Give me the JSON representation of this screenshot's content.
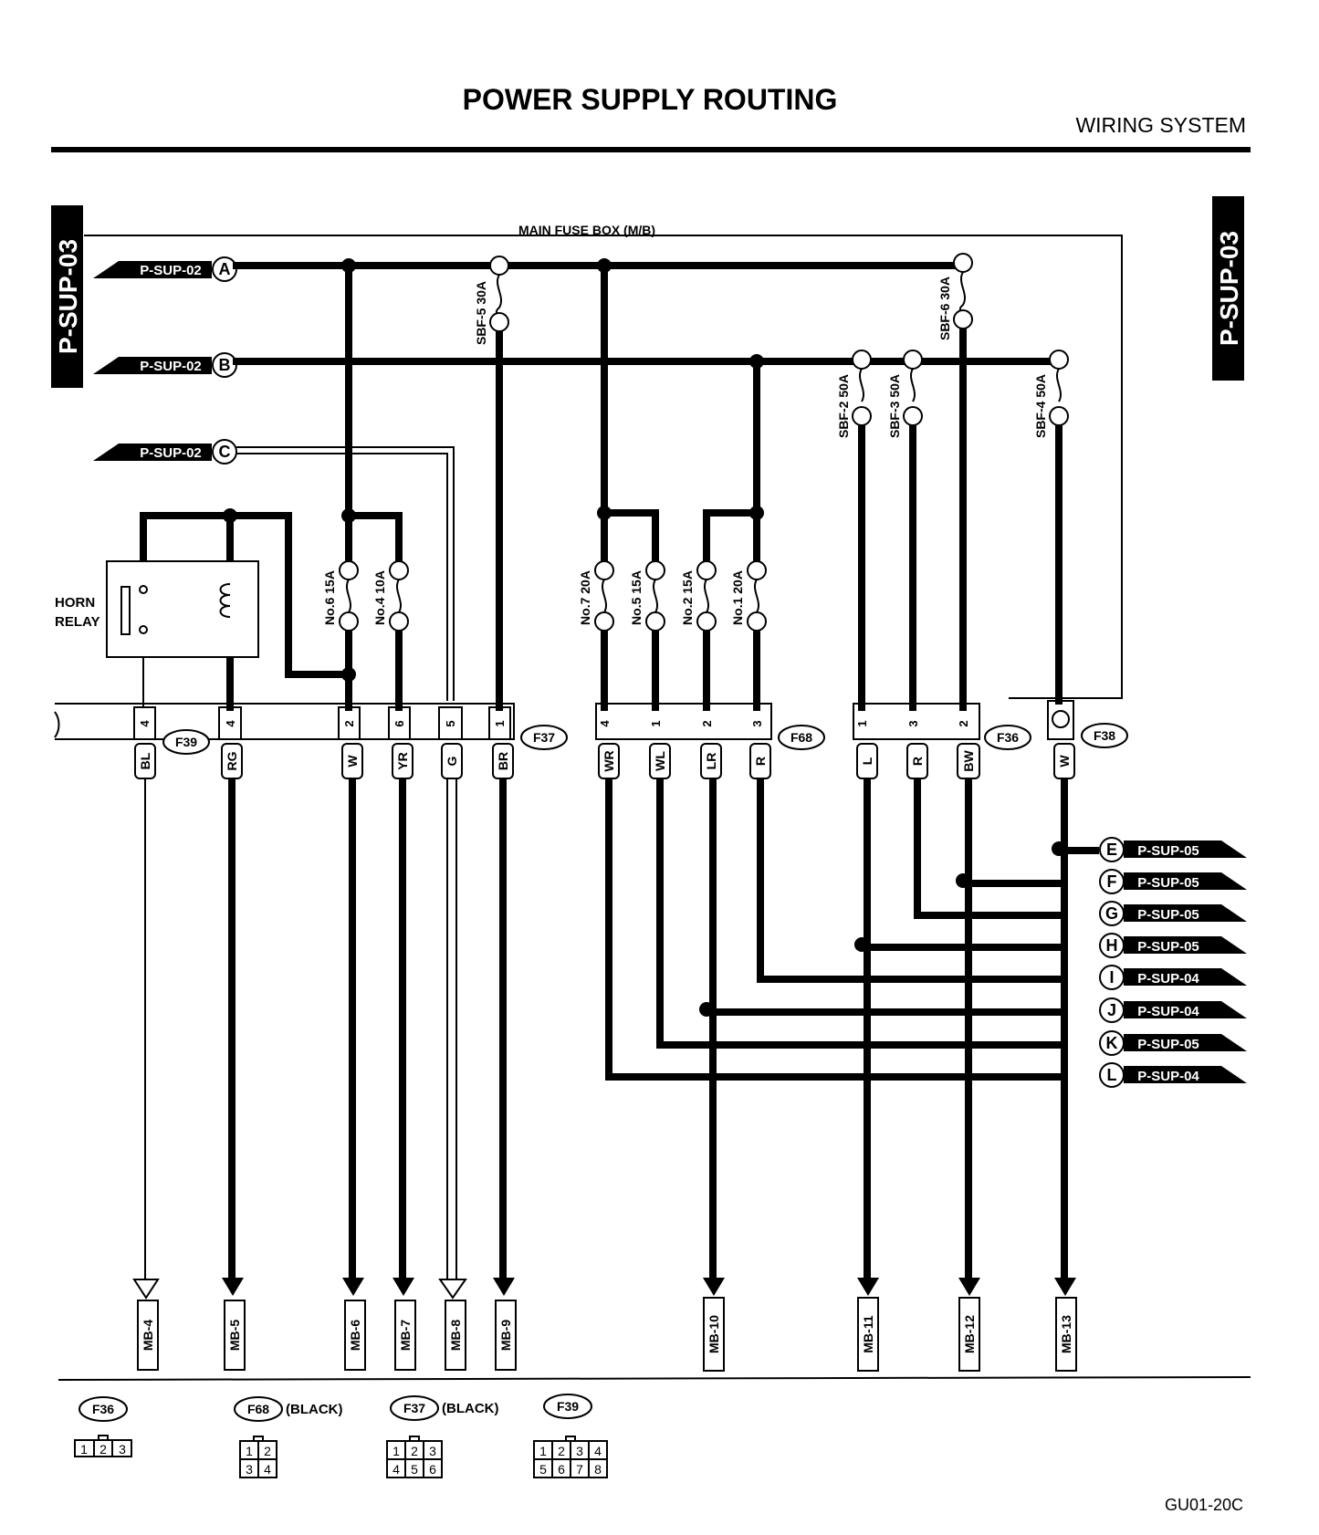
{
  "header": {
    "title": "POWER SUPPLY ROUTING",
    "section": "WIRING SYSTEM",
    "page_tag_left": "P-SUP-03",
    "page_tag_right": "P-SUP-03"
  },
  "main_fuse_box_label": "MAIN FUSE BOX (M/B)",
  "inputs": [
    {
      "ref": "P-SUP-02",
      "letter": "A"
    },
    {
      "ref": "P-SUP-02",
      "letter": "B"
    },
    {
      "ref": "P-SUP-02",
      "letter": "C"
    }
  ],
  "relay": {
    "line1": "HORN",
    "line2": "RELAY"
  },
  "fuses": {
    "sbf5": "SBF-5 30A",
    "sbf6": "SBF-6 30A",
    "sbf2": "SBF-2 50A",
    "sbf3": "SBF-3 50A",
    "sbf4": "SBF-4 50A",
    "no6": "No.6 15A",
    "no4": "No.4 10A",
    "no7": "No.7 20A",
    "no5": "No.5 15A",
    "no2": "No.2 15A",
    "no1": "No.1 20A"
  },
  "connectors": {
    "f39": "F39",
    "f37": "F37",
    "f68": "F68",
    "f36": "F36",
    "f38": "F38"
  },
  "pins": {
    "p_bl": "4",
    "p_rg": "4",
    "p_w": "2",
    "p_yr": "6",
    "p_g": "5",
    "p_br": "1",
    "p_wr": "4",
    "p_wl": "1",
    "p_lr": "2",
    "p_r": "3",
    "p_l": "1",
    "p_r2": "3",
    "p_bw": "2"
  },
  "wires": {
    "bl": "BL",
    "rg": "RG",
    "w": "W",
    "yr": "YR",
    "g": "G",
    "br": "BR",
    "wr": "WR",
    "wl": "WL",
    "lr": "LR",
    "r": "R",
    "l": "L",
    "r2": "R",
    "bw": "BW",
    "w2": "W"
  },
  "outputs": [
    {
      "letter": "E",
      "ref": "P-SUP-05"
    },
    {
      "letter": "F",
      "ref": "P-SUP-05"
    },
    {
      "letter": "G",
      "ref": "P-SUP-05"
    },
    {
      "letter": "H",
      "ref": "P-SUP-05"
    },
    {
      "letter": "I",
      "ref": "P-SUP-04"
    },
    {
      "letter": "J",
      "ref": "P-SUP-04"
    },
    {
      "letter": "K",
      "ref": "P-SUP-05"
    },
    {
      "letter": "L",
      "ref": "P-SUP-04"
    }
  ],
  "mb_terminals": [
    "MB-4",
    "MB-5",
    "MB-6",
    "MB-7",
    "MB-8",
    "MB-9",
    "MB-10",
    "MB-11",
    "MB-12",
    "MB-13"
  ],
  "legend": {
    "f36": {
      "name": "F36",
      "note": "",
      "rows": [
        [
          "1",
          "2",
          "3"
        ]
      ]
    },
    "f68": {
      "name": "F68",
      "note": "(BLACK)",
      "rows": [
        [
          "1",
          "2"
        ],
        [
          "3",
          "4"
        ]
      ]
    },
    "f37": {
      "name": "F37",
      "note": "(BLACK)",
      "rows": [
        [
          "1",
          "2",
          "3"
        ],
        [
          "4",
          "5",
          "6"
        ]
      ]
    },
    "f39": {
      "name": "F39",
      "note": "",
      "rows": [
        [
          "1",
          "2",
          "3",
          "4"
        ],
        [
          "5",
          "6",
          "7",
          "8"
        ]
      ]
    }
  },
  "footer_code": "GU01-20C"
}
